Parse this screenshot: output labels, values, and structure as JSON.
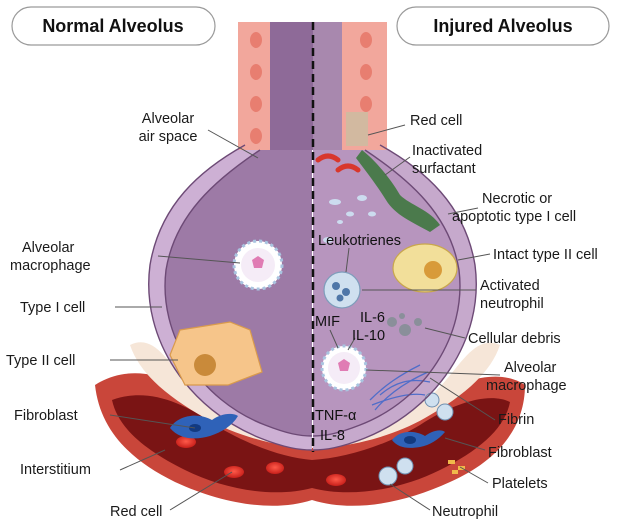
{
  "headers": {
    "left": "Normal Alveolus",
    "right": "Injured Alveolus"
  },
  "left_labels": {
    "air_space_line1": "Alveolar",
    "air_space_line2": "air space",
    "macrophage_line1": "Alveolar",
    "macrophage_line2": "macrophage",
    "type1": "Type I cell",
    "type2": "Type II cell",
    "fibroblast": "Fibroblast",
    "interstitium": "Interstitium",
    "red_cell": "Red cell"
  },
  "right_labels": {
    "red_cell": "Red cell",
    "surfactant_line1": "Inactivated",
    "surfactant_line2": "surfactant",
    "necrotic_line1": "Necrotic or",
    "necrotic_line2": "apoptotic type I cell",
    "intact_type2": "Intact type II cell",
    "neutrophil_line1": "Activated",
    "neutrophil_line2": "neutrophil",
    "debris": "Cellular debris",
    "macrophage_line1": "Alveolar",
    "macrophage_line2": "macrophage",
    "fibrin": "Fibrin",
    "fibroblast": "Fibroblast",
    "platelets": "Platelets",
    "neutrophil": "Neutrophil"
  },
  "mediators": {
    "leukotrienes": "Leukotrienes",
    "il6": "IL-6",
    "il10": "IL-10",
    "mif": "MIF",
    "tnf": "TNF-α",
    "il8": "IL-8"
  },
  "colors": {
    "alveolus_normal": "#9d7aa6",
    "alveolus_injured": "#b795be",
    "type1_cell": "#cfb3d6",
    "epithelium": "#f2a79c",
    "type2_cell": "#f6c58a",
    "vessel": "#b5392e",
    "blood": "#7a1414",
    "fibroblast": "#2f62b8"
  }
}
